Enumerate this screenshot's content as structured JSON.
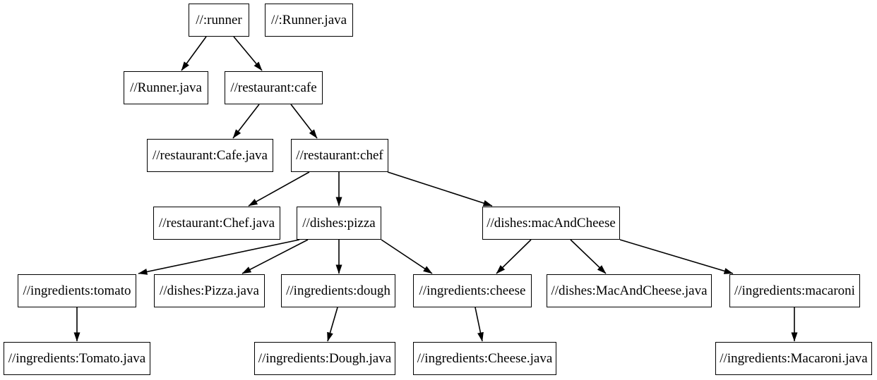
{
  "diagram": {
    "type": "dependency-graph",
    "background_color": "#ffffff",
    "node_fill_color": "#ffffff",
    "node_border_color": "#000000",
    "edge_color": "#000000",
    "text_color": "#000000",
    "nodes": [
      {
        "id": "runner",
        "label": "//:runner"
      },
      {
        "id": "root-runner-java",
        "label": "//:Runner.java"
      },
      {
        "id": "runner-java",
        "label": "//Runner.java"
      },
      {
        "id": "cafe",
        "label": "//restaurant:cafe"
      },
      {
        "id": "cafe-java",
        "label": "//restaurant:Cafe.java"
      },
      {
        "id": "chef",
        "label": "//restaurant:chef"
      },
      {
        "id": "chef-java",
        "label": "//restaurant:Chef.java"
      },
      {
        "id": "pizza",
        "label": "//dishes:pizza"
      },
      {
        "id": "mac-and-cheese",
        "label": "//dishes:macAndCheese"
      },
      {
        "id": "tomato",
        "label": "//ingredients:tomato"
      },
      {
        "id": "pizza-java",
        "label": "//dishes:Pizza.java"
      },
      {
        "id": "dough",
        "label": "//ingredients:dough"
      },
      {
        "id": "cheese",
        "label": "//ingredients:cheese"
      },
      {
        "id": "mac-and-cheese-java",
        "label": "//dishes:MacAndCheese.java"
      },
      {
        "id": "macaroni",
        "label": "//ingredients:macaroni"
      },
      {
        "id": "tomato-java",
        "label": "//ingredients:Tomato.java"
      },
      {
        "id": "dough-java",
        "label": "//ingredients:Dough.java"
      },
      {
        "id": "cheese-java",
        "label": "//ingredients:Cheese.java"
      },
      {
        "id": "macaroni-java",
        "label": "//ingredients:Macaroni.java"
      }
    ],
    "edges": [
      {
        "from": "runner",
        "to": "runner-java"
      },
      {
        "from": "runner",
        "to": "cafe"
      },
      {
        "from": "cafe",
        "to": "cafe-java"
      },
      {
        "from": "cafe",
        "to": "chef"
      },
      {
        "from": "chef",
        "to": "chef-java"
      },
      {
        "from": "chef",
        "to": "pizza"
      },
      {
        "from": "chef",
        "to": "mac-and-cheese"
      },
      {
        "from": "pizza",
        "to": "tomato"
      },
      {
        "from": "pizza",
        "to": "pizza-java"
      },
      {
        "from": "pizza",
        "to": "dough"
      },
      {
        "from": "pizza",
        "to": "cheese"
      },
      {
        "from": "mac-and-cheese",
        "to": "cheese"
      },
      {
        "from": "mac-and-cheese",
        "to": "mac-and-cheese-java"
      },
      {
        "from": "mac-and-cheese",
        "to": "macaroni"
      },
      {
        "from": "tomato",
        "to": "tomato-java"
      },
      {
        "from": "dough",
        "to": "dough-java"
      },
      {
        "from": "cheese",
        "to": "cheese-java"
      },
      {
        "from": "macaroni",
        "to": "macaroni-java"
      }
    ]
  }
}
